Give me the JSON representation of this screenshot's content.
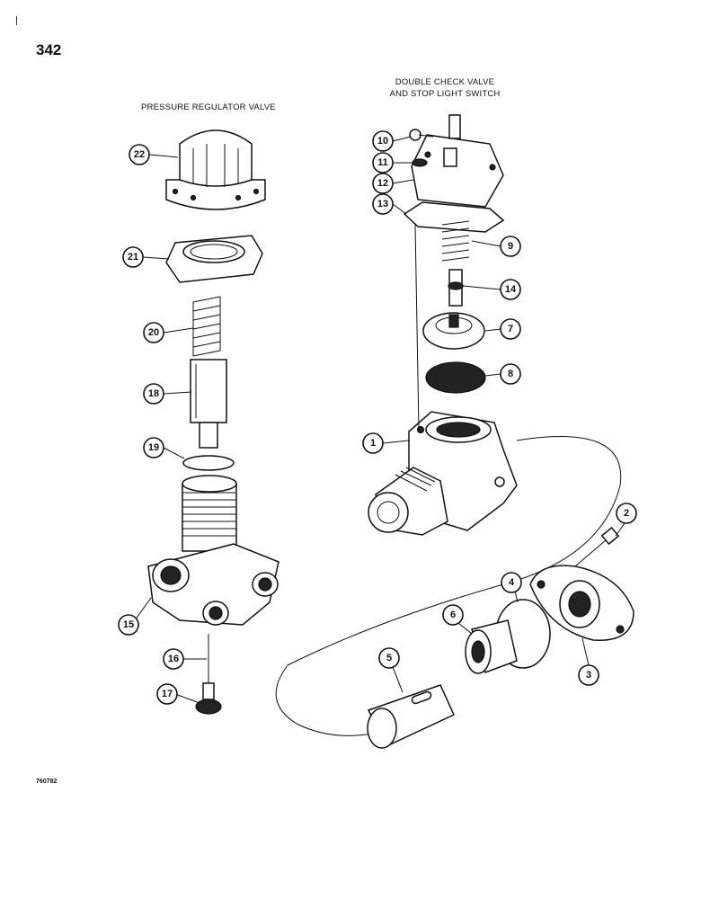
{
  "page_number": "342",
  "titles": {
    "left": "PRESSURE REGULATOR VALVE",
    "right_line1": "DOUBLE CHECK VALVE",
    "right_line2": "AND STOP LIGHT SWITCH"
  },
  "figure_code": "760782",
  "callouts": [
    "1",
    "2",
    "3",
    "4",
    "5",
    "6",
    "7",
    "8",
    "9",
    "10",
    "11",
    "12",
    "13",
    "14",
    "15",
    "16",
    "17",
    "18",
    "19",
    "20",
    "21",
    "22"
  ]
}
